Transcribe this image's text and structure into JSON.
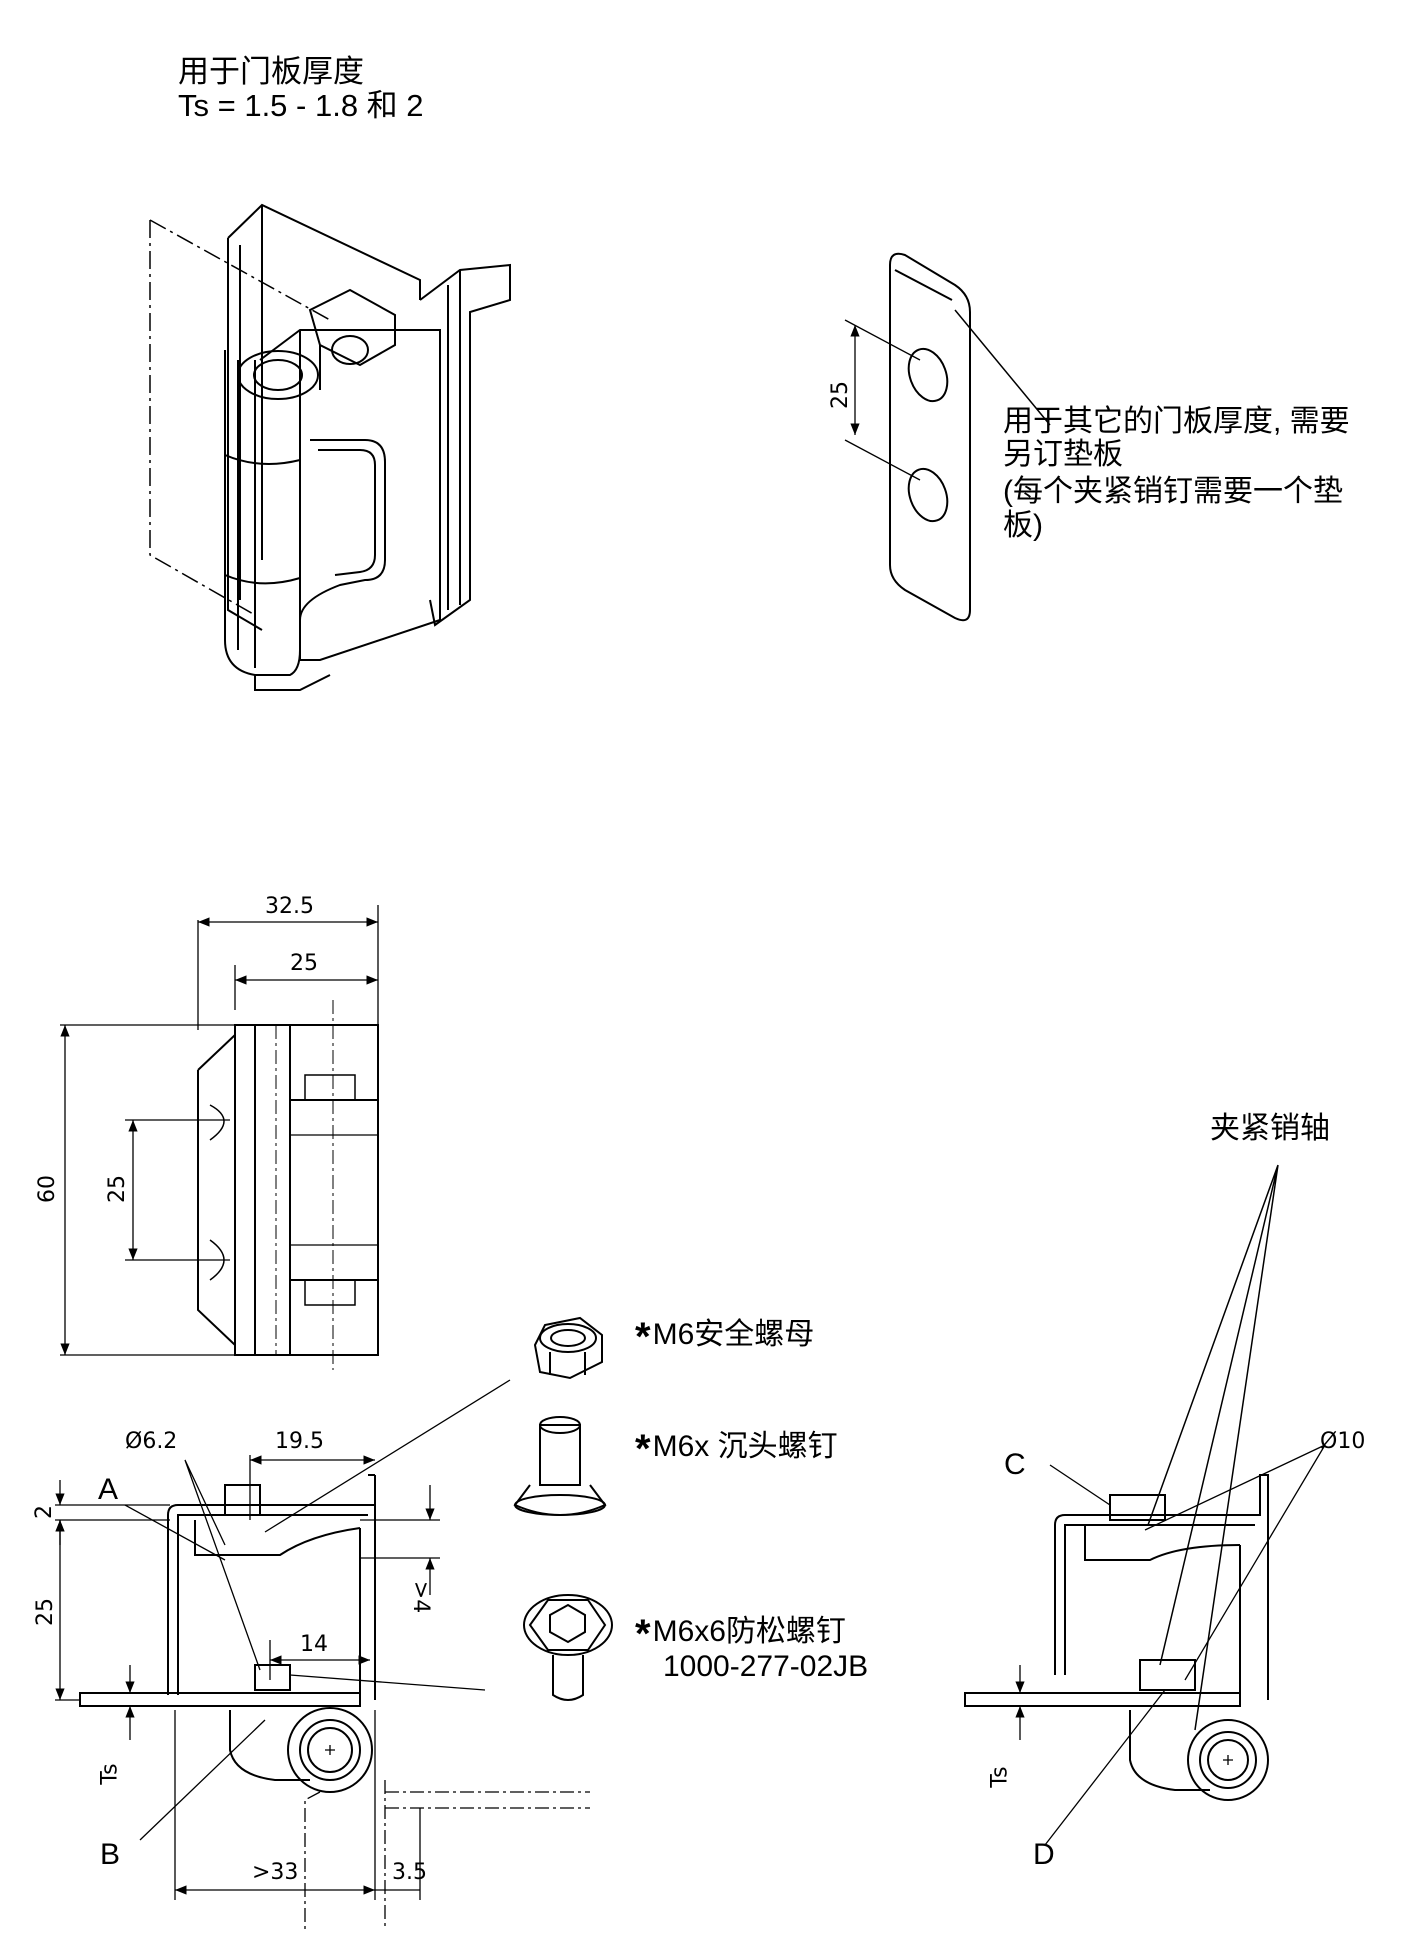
{
  "header": {
    "line1": "用于门板厚度",
    "line2": "Ts = 1.5 - 1.8 和 2"
  },
  "shim_note": {
    "line1": "用于其它的门板厚度, 需要",
    "line2": "另订垫板",
    "line3": "(每个夹紧销钉需要一个垫",
    "line4": "板)",
    "dim_hole_spacing": "25"
  },
  "front_view": {
    "dim_width_total": "32.5",
    "dim_width_inner": "25",
    "dim_height": "60",
    "dim_hole_spacing": "25"
  },
  "section_view": {
    "dim_diameter": "Ø6.2",
    "dim_19_5": "19.5",
    "dim_2": "2",
    "dim_25": "25",
    "dim_14": "14",
    "dim_gt4": ">4",
    "dim_ts": "Ts",
    "dim_gt33": ">33",
    "dim_3_5": "3.5",
    "label_a": "A",
    "label_b": "B"
  },
  "parts": {
    "nut": "M6安全螺母",
    "screw": "M6x 沉头螺钉",
    "lock_screw": "M6x6防松螺钉",
    "lock_screw_code": "1000-277-02JB",
    "star": "*"
  },
  "detail_view": {
    "title": "夹紧销轴",
    "dim_diameter": "Ø10",
    "label_c": "C",
    "label_d": "D",
    "dim_ts": "Ts"
  }
}
